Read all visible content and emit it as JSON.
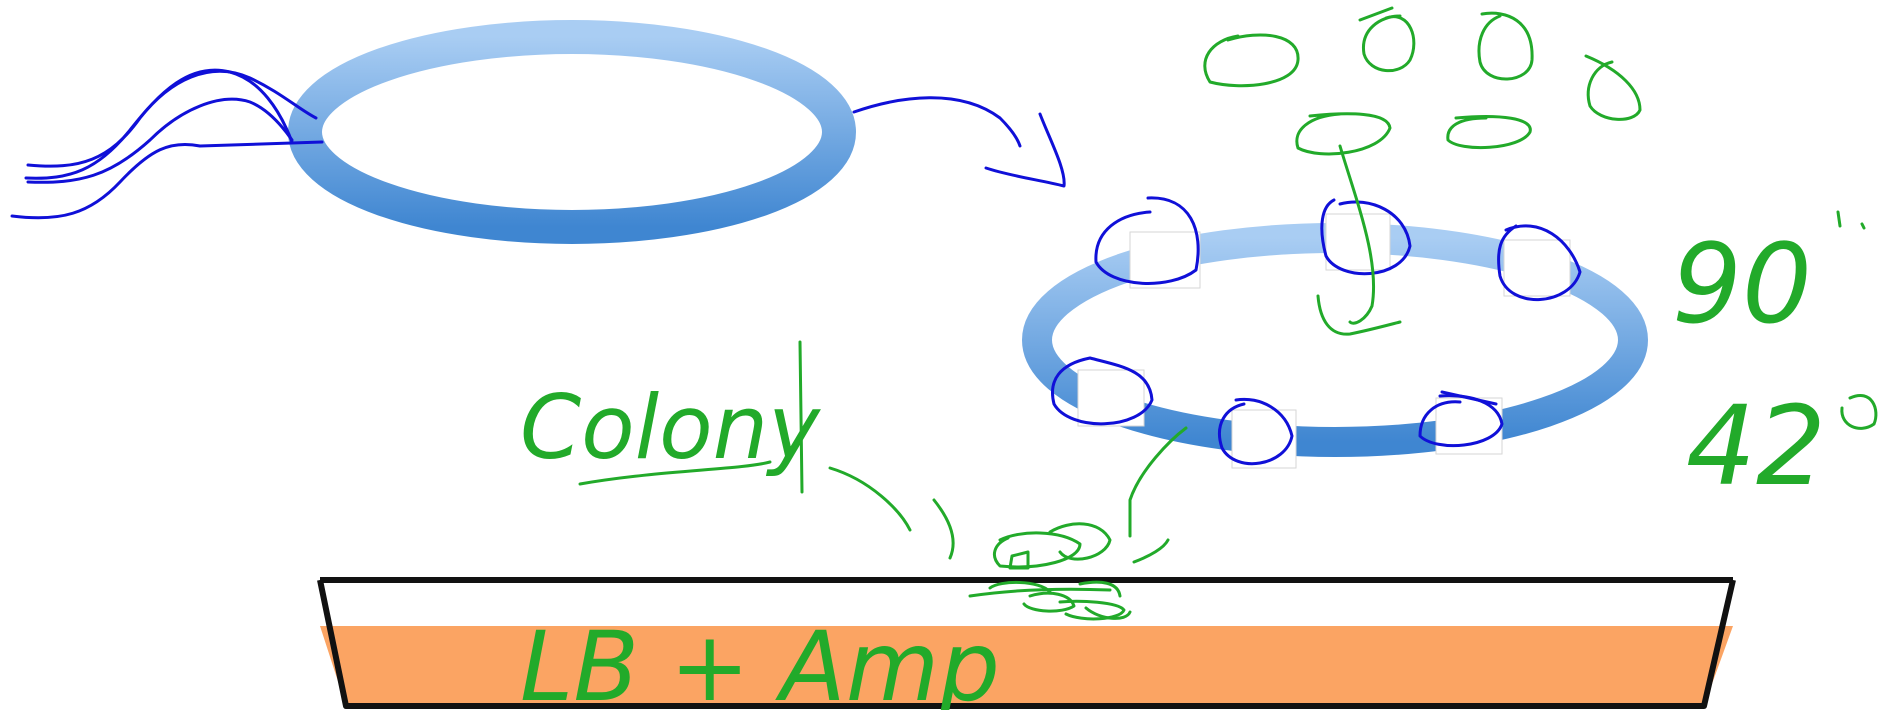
{
  "diagram": {
    "handwritten_labels": {
      "colony": "Colony",
      "medium": "LB + Amp",
      "temp_90": "90",
      "temp_42": "42"
    },
    "colors": {
      "ring": "#5b9ee0",
      "ring_light": "#a9cdf3",
      "ring_dark": "#3f86d1",
      "blue_ink": "#1010d8",
      "green_ink": "#22aa2a",
      "agar": "#fba463",
      "dish_outline": "#111111"
    },
    "icons": {
      "plasmid": "plasmid-ring",
      "recombinant_plasmid": "plasmid-ring-with-inserts",
      "petri_dish": "petri-dish-side-view",
      "dna_strands": "dna-strand-scribble"
    }
  }
}
